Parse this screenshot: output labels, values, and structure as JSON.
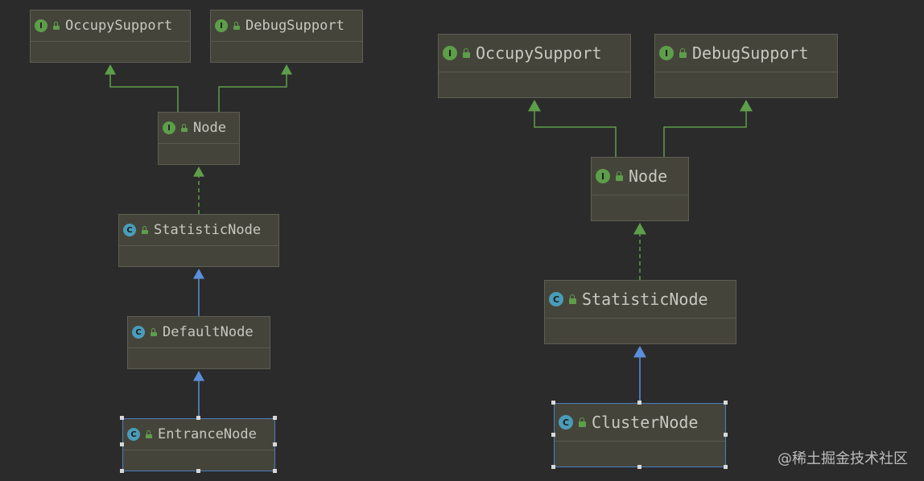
{
  "colors": {
    "background": "#2b2b2b",
    "node_fill": "#45443a",
    "interface_badge": "#5d9e4a",
    "class_badge": "#4a9cb8",
    "implements_arrow": "#5d9e4a",
    "extends_arrow": "#5b8fd9",
    "selection_border": "#4a7fc1"
  },
  "left_diagram": {
    "occupy_support": {
      "name": "OccupySupport",
      "kind": "I"
    },
    "debug_support": {
      "name": "DebugSupport",
      "kind": "I"
    },
    "node": {
      "name": "Node",
      "kind": "I"
    },
    "statistic_node": {
      "name": "StatisticNode",
      "kind": "C"
    },
    "default_node": {
      "name": "DefaultNode",
      "kind": "C"
    },
    "entrance_node": {
      "name": "EntranceNode",
      "kind": "C"
    }
  },
  "right_diagram": {
    "occupy_support": {
      "name": "OccupySupport",
      "kind": "I"
    },
    "debug_support": {
      "name": "DebugSupport",
      "kind": "I"
    },
    "node": {
      "name": "Node",
      "kind": "I"
    },
    "statistic_node": {
      "name": "StatisticNode",
      "kind": "C"
    },
    "cluster_node": {
      "name": "ClusterNode",
      "kind": "C"
    }
  },
  "watermark": "@稀土掘金技术社区"
}
